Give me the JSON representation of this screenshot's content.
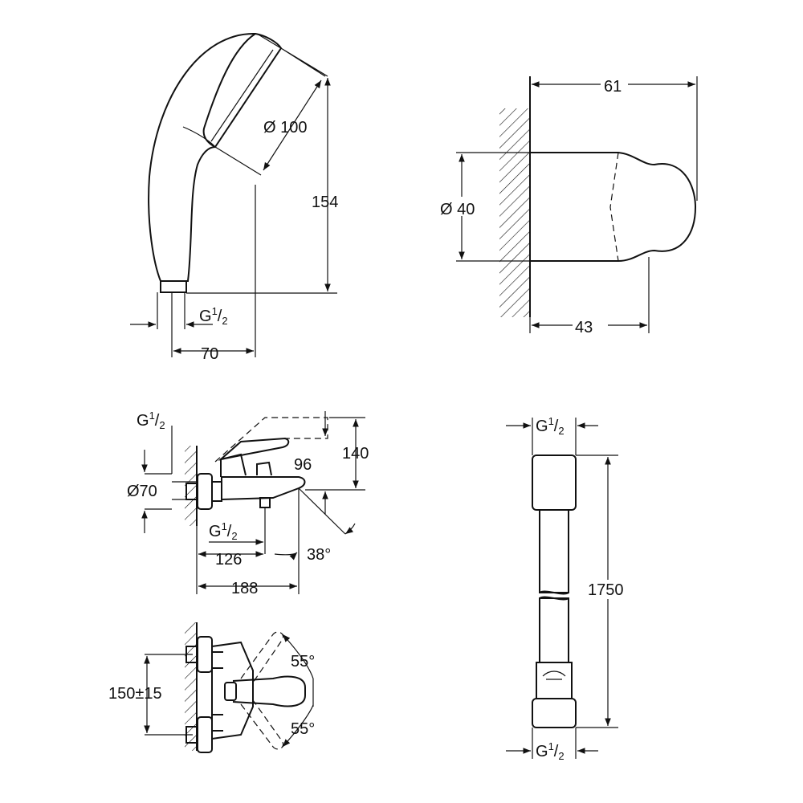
{
  "hand_shower": {
    "diameter": "Ø 100",
    "height": "154",
    "width": "70",
    "thread": {
      "base": "G",
      "num": "1",
      "den": "2"
    }
  },
  "wall_holder": {
    "length": "61",
    "diameter": "Ø 40",
    "depth": "43"
  },
  "mixer_side": {
    "thread_top": {
      "base": "G",
      "num": "1",
      "den": "2"
    },
    "height_total": "140",
    "height_spout": "96",
    "diameter": "Ø70",
    "thread_bottom": {
      "base": "G",
      "num": "1",
      "den": "2"
    },
    "outlet_distance": "126",
    "angle": "38°",
    "projection": "188"
  },
  "mixer_top": {
    "angle_up": "55°",
    "angle_down": "55°",
    "centers": "150±15"
  },
  "hose": {
    "thread_top": {
      "base": "G",
      "num": "1",
      "den": "2"
    },
    "length": "1750",
    "thread_bottom": {
      "base": "G",
      "num": "1",
      "den": "2"
    }
  }
}
